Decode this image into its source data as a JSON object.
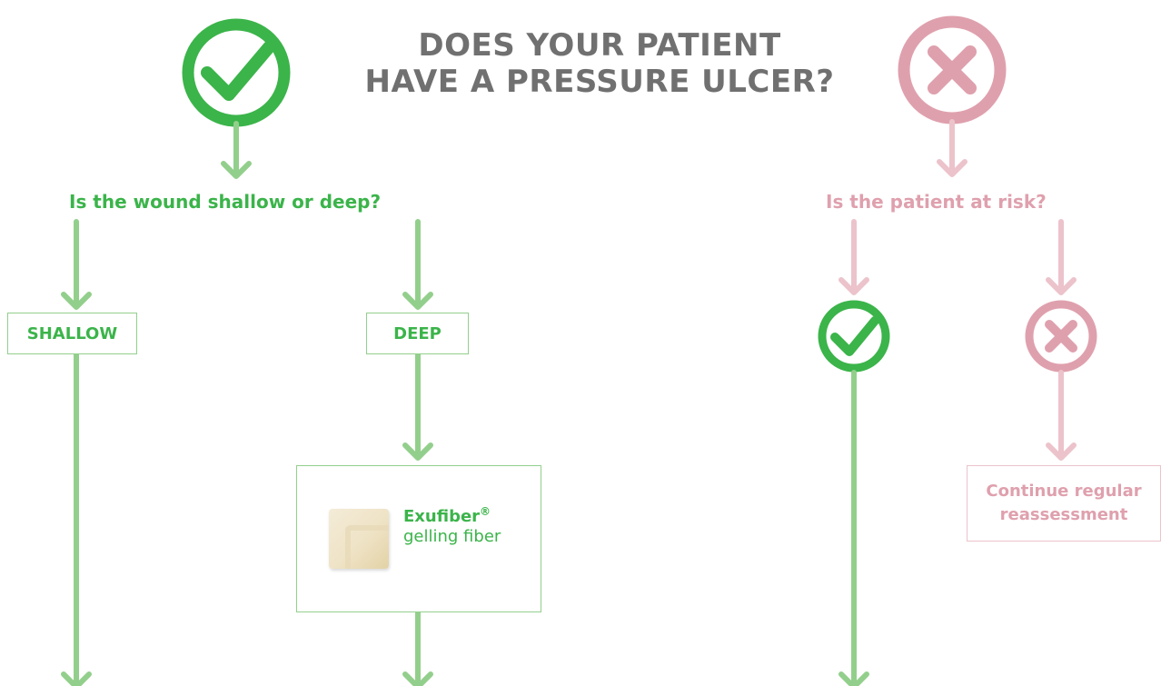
{
  "colors": {
    "green": "#3bb44a",
    "green_light": "#93cf8c",
    "pink": "#dfa0ad",
    "pink_light": "#ecc3cb",
    "title_gray": "#707070"
  },
  "title": {
    "line1": "DOES YOUR PATIENT",
    "line2": "HAVE A PRESSURE ULCER?"
  },
  "icons": {
    "yes": "check-circle-icon",
    "no": "x-circle-icon"
  },
  "yes_branch": {
    "question": "Is the wound shallow or deep?",
    "shallow_label": "SHALLOW",
    "deep_label": "DEEP",
    "product": {
      "name": "Exufiber",
      "mark": "®",
      "description": "gelling fiber"
    }
  },
  "no_branch": {
    "question": "Is the patient at risk?",
    "continue_line1": "Continue regular",
    "continue_line2": "reassessment"
  }
}
